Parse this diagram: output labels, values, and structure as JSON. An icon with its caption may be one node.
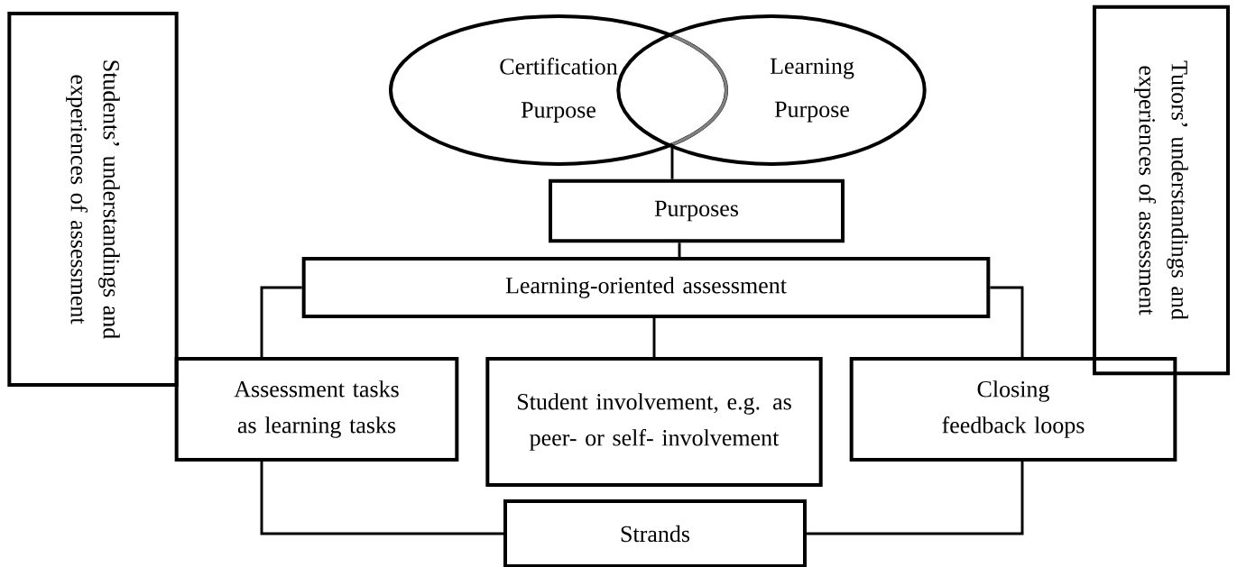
{
  "diagram": {
    "nodes": [
      {
        "text": [
          "Students’ understandings and experiences of assessment"
        ]
      },
      {
        "text": [
          "Certification Purpose"
        ]
      },
      {
        "text": [
          "Learning Purpose"
        ]
      },
      {
        "text": [
          "Tutors’ understandings and experiences of assessment"
        ]
      },
      {
        "text": [
          "Purposes"
        ]
      },
      {
        "text": [
          "Learning-oriented assessment"
        ]
      },
      {
        "text": [
          "Assessment tasks as learning tasks"
        ]
      },
      {
        "text": [
          "Student involvement, e.g. as peer- or self- involvement"
        ]
      },
      {
        "text": [
          "Closing feedback loops"
        ]
      },
      {
        "text": [
          "Strands"
        ]
      }
    ],
    "edges": [
      {
        "from": 1,
        "to": 4,
        "arrow": "none"
      },
      {
        "from": 2,
        "to": 4,
        "arrow": "none"
      },
      {
        "from": 4,
        "to": 5,
        "arrow": "none"
      },
      {
        "from": 5,
        "to": 6,
        "arrow": "none"
      },
      {
        "from": 5,
        "to": 7,
        "arrow": "none"
      },
      {
        "from": 5,
        "to": 8,
        "arrow": "none"
      },
      {
        "from": 6,
        "to": 9,
        "arrow": "none"
      },
      {
        "from": 8,
        "to": 9,
        "arrow": "none"
      }
    ]
  }
}
